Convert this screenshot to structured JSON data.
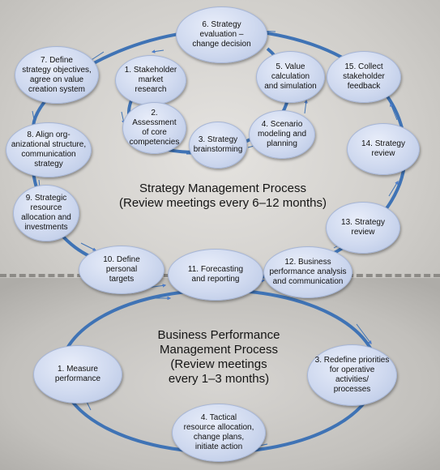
{
  "strategy_process": {
    "title": "Strategy Management Process\n(Review meetings every 6–12 months)",
    "steps": {
      "s1": "1. Stakeholder\nmarket\nresearch",
      "s2": "2.\nAssessment\nof core\ncompetencies",
      "s3": "3. Strategy\nbrainstorming",
      "s4": "4. Scenario\nmodeling and\nplanning",
      "s5": "5. Value\ncalculation\nand simulation",
      "s6": "6. Strategy\nevaluation –\nchange decision",
      "s7": "7. Define\nstrategy objectives,\nagree on value\ncreation system",
      "s8": "8. Align org-\nanizational structure,\ncommunication\nstrategy",
      "s9": "9. Strategic\nresource\nallocation and\ninvestments",
      "s10": "10. Define\npersonal\ntargets",
      "s11": "11. Forecasting\nand reporting",
      "s12": "12. Business\nperformance analysis\nand communication",
      "s13": "13. Strategy\nreview",
      "s14": "14. Strategy\nreview",
      "s15": "15. Collect\nstakeholder\nfeedback"
    }
  },
  "performance_process": {
    "title": "Business Performance\nManagement Process\n(Review meetings\nevery 1–3 months)",
    "steps": {
      "b1": "1. Measure\nperformance",
      "b3": "3. Redefine priorities\nfor operative\nactivities/\nprocesses",
      "b4": "4. Tactical\nresource allocation,\nchange plans,\ninitiate action"
    }
  },
  "colors": {
    "node_fill": "#cfd9ef",
    "connector": "#3f73b5",
    "arrowhead": "#4c7fd0",
    "divider": "#8c8a86"
  }
}
